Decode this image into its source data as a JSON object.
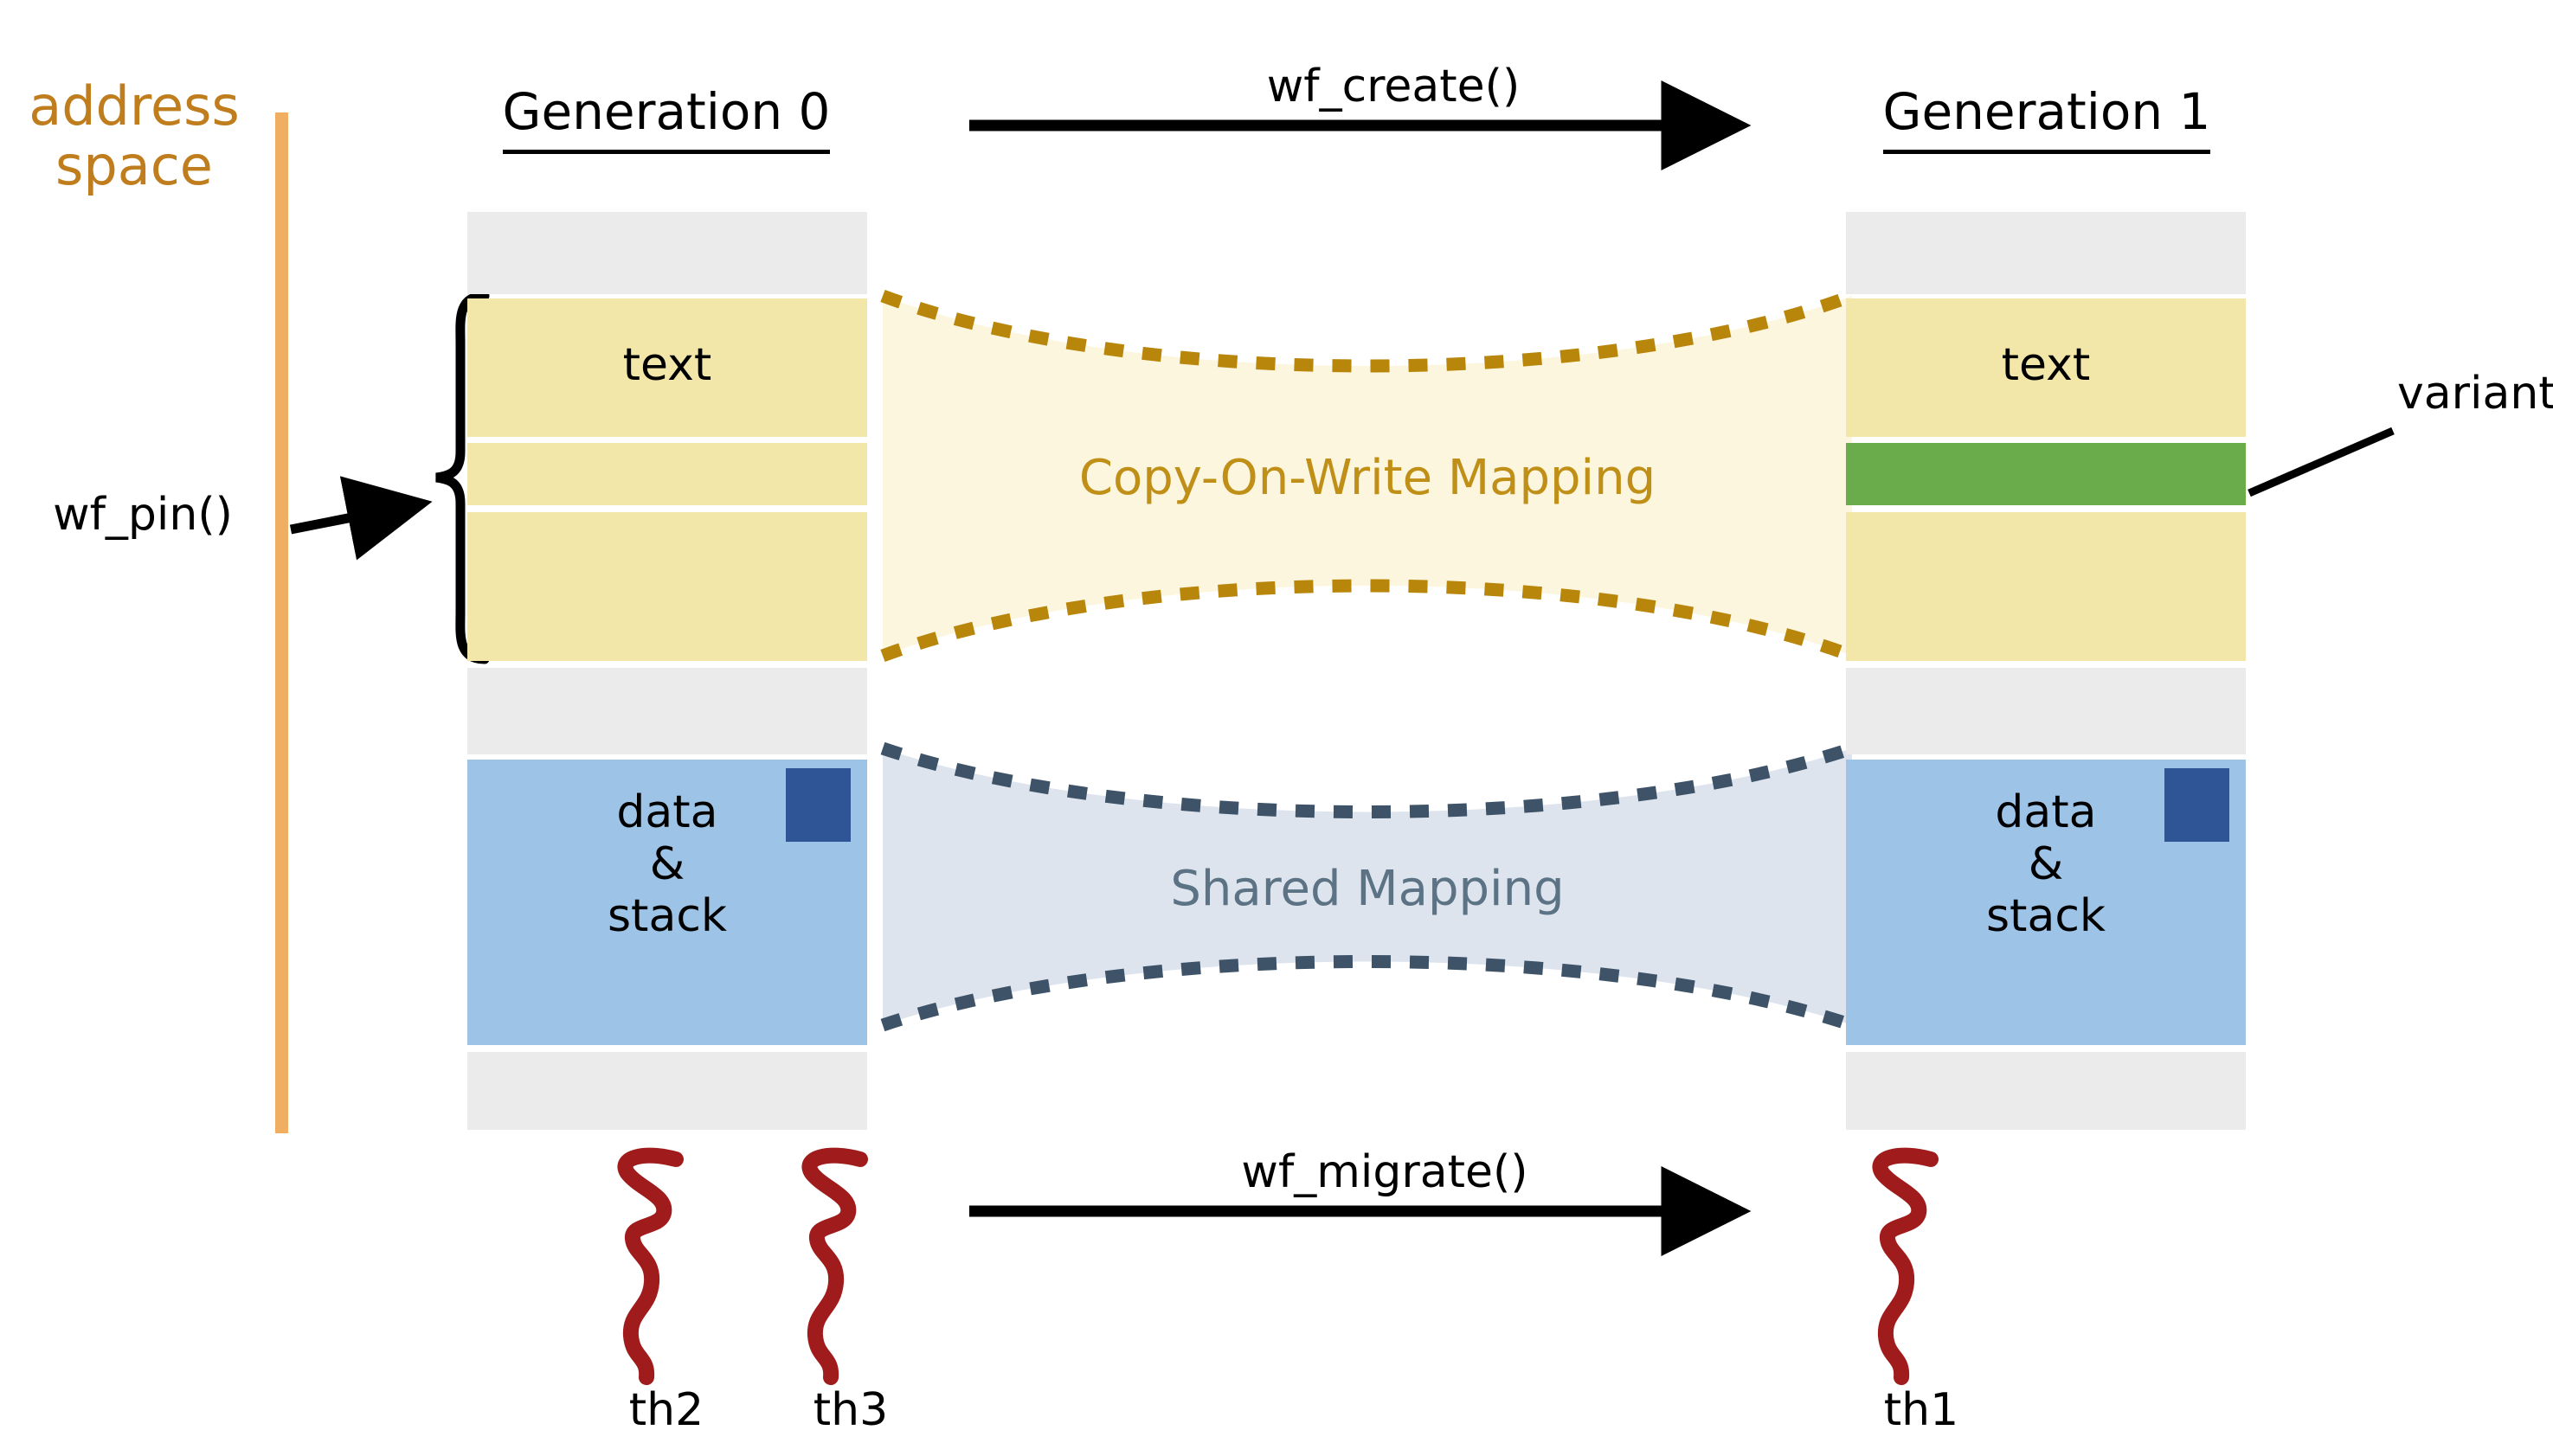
{
  "figure": {
    "axis": {
      "label": "address\nspace",
      "axis_color": "#EFAE62",
      "label_color": "#BF7D1E"
    },
    "columns": [
      {
        "id": "generation-0",
        "title": "Generation 0",
        "segments": [
          {
            "name": "top-gap",
            "kind": "gray",
            "label": ""
          },
          {
            "name": "text",
            "kind": "yellow",
            "label": "text"
          },
          {
            "name": "text-band-2",
            "kind": "yellow",
            "label": ""
          },
          {
            "name": "text-band-3",
            "kind": "yellow",
            "label": ""
          },
          {
            "name": "mid-gap",
            "kind": "gray",
            "label": ""
          },
          {
            "name": "data-stack",
            "kind": "blue",
            "label": "data\n&\nstack"
          },
          {
            "name": "bottom-gap",
            "kind": "gray",
            "label": ""
          }
        ]
      },
      {
        "id": "generation-1",
        "title": "Generation 1",
        "segments": [
          {
            "name": "top-gap",
            "kind": "gray",
            "label": ""
          },
          {
            "name": "text",
            "kind": "yellow",
            "label": "text"
          },
          {
            "name": "variant",
            "kind": "green",
            "label": ""
          },
          {
            "name": "text-band-3",
            "kind": "yellow",
            "label": ""
          },
          {
            "name": "mid-gap",
            "kind": "gray",
            "label": ""
          },
          {
            "name": "data-stack",
            "kind": "blue",
            "label": "data\n&\nstack"
          },
          {
            "name": "bottom-gap",
            "kind": "gray",
            "label": ""
          }
        ]
      }
    ],
    "api_calls": {
      "create": "wf_create()",
      "pin": "wf_pin()",
      "migrate": "wf_migrate()"
    },
    "mappings": [
      {
        "id": "cow",
        "label": "Copy-On-Write Mapping",
        "fill": "#FDF6DE",
        "stroke": "#B8860B",
        "text_color": "#BF8F17"
      },
      {
        "id": "shared",
        "label": "Shared Mapping",
        "fill": "#DEE4EE",
        "stroke": "#3E5368",
        "text_color": "#5B7384"
      }
    ],
    "annotations": [
      {
        "id": "variant-callout",
        "label": "variant"
      }
    ],
    "threads": [
      {
        "id": "th2",
        "label": "th2",
        "column": "generation-0"
      },
      {
        "id": "th3",
        "label": "th3",
        "column": "generation-0"
      },
      {
        "id": "th1",
        "label": "th1",
        "column": "generation-1"
      }
    ],
    "colors": {
      "gray": "#EBEBEB",
      "yellow": "#F2E6A8",
      "green": "#6AAB4C",
      "blue_light": "#9DC3E6",
      "blue_dark": "#2F5597",
      "thread_red": "#A01B1B",
      "axis_orange": "#EFAE62",
      "cow_gold": "#B8860B"
    }
  }
}
